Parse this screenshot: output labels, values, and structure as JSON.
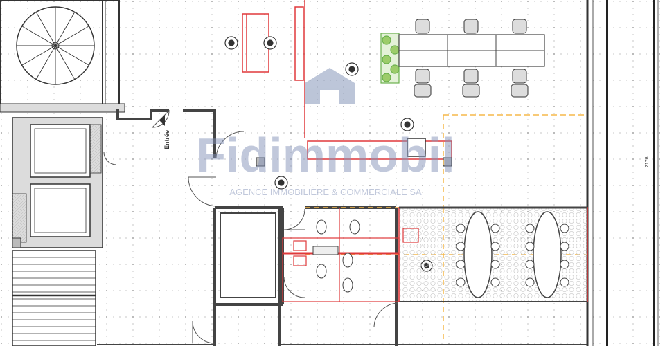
{
  "plan": {
    "entrance_label": "Entrée",
    "dimension_label": "2178"
  },
  "watermark": {
    "brand": "Fidimmobil",
    "tagline": "AGENCE IMMOBILIÈRE & COMMERCIALE SA"
  },
  "colors": {
    "wall": "#555555",
    "grid": "#b8b8b8",
    "red_outline": "#e0393b",
    "planter_green": "#6ab04c",
    "dashed_zone": "#f5b84a",
    "watermark_blue": "#9aa8c6"
  }
}
